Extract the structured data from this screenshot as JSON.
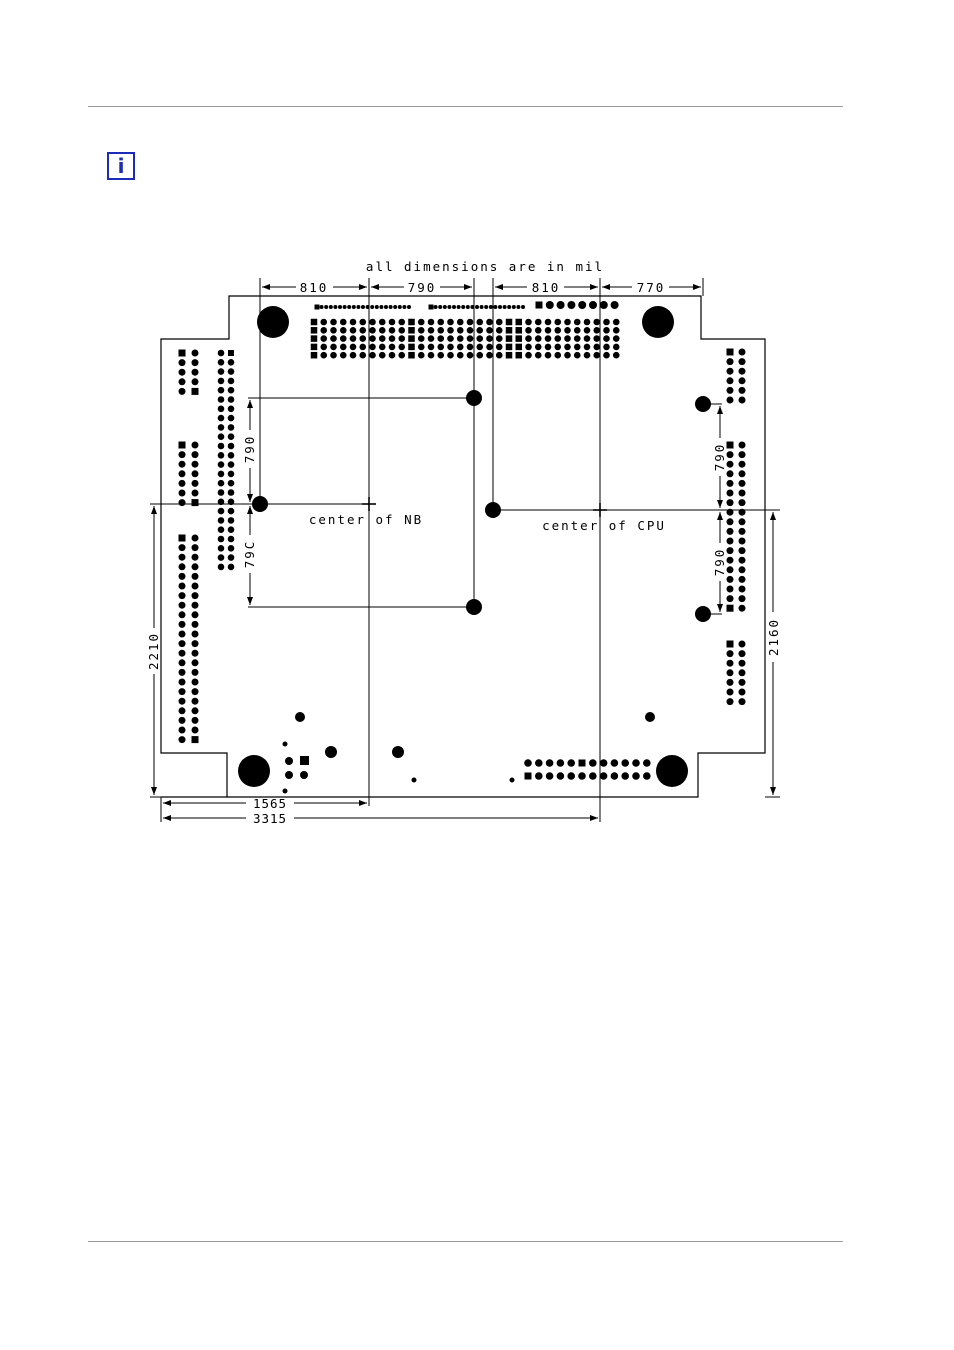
{
  "info_icon": {
    "glyph": "i",
    "color": "#1c2bb8"
  },
  "drawing": {
    "note": "all dimensions are in mil",
    "labels": {
      "center_nb": "center of NB",
      "center_cpu": "center of CPU"
    },
    "dimensions": {
      "top_1": "810",
      "top_2": "790",
      "top_3": "810",
      "top_4": "770",
      "left_upper": "790",
      "left_lower": "79C",
      "right_upper": "790",
      "right_lower": "790",
      "left_height": "2210",
      "right_height": "2160",
      "bottom_nb": "1565",
      "bottom_cpu": "3315"
    }
  }
}
